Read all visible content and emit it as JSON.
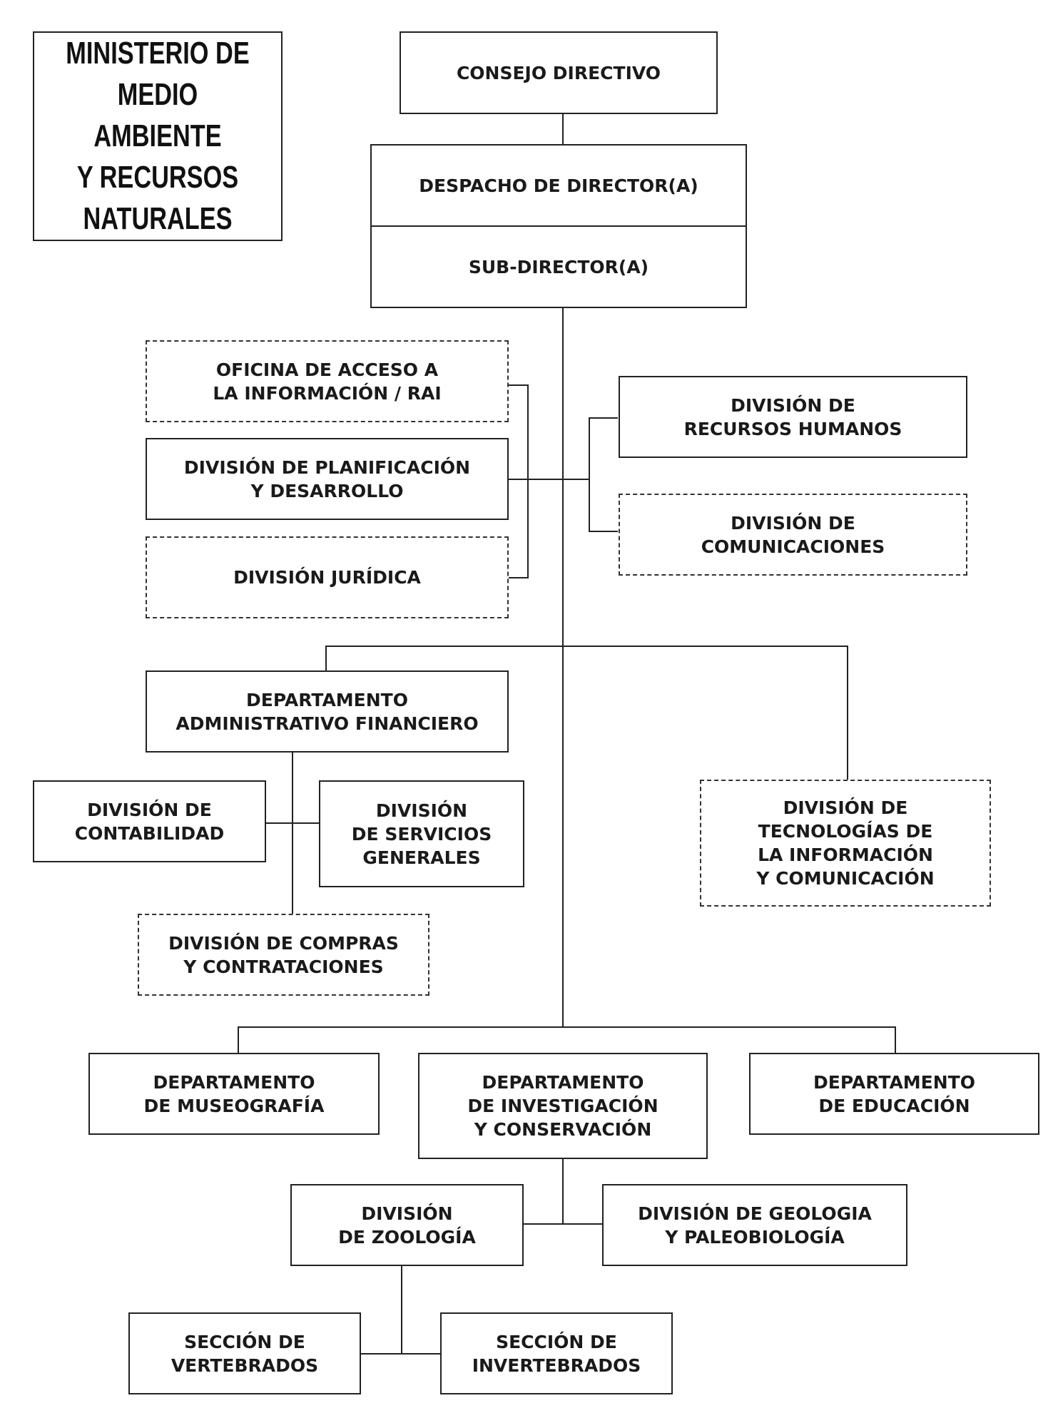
{
  "title": "MINISTERIO DE\nMEDIO AMBIENTE\nY RECURSOS\nNATURALES",
  "colors": {
    "line": "#222222",
    "text": "#1a1a1a",
    "background": "#ffffff"
  },
  "nodes": {
    "consejo": "CONSEJO DIRECTIVO",
    "despacho": "DESPACHO DE DIRECTOR(A)",
    "subdirector": "SUB-DIRECTOR(A)",
    "oficina_acceso": "OFICINA DE ACCESO A\nLA INFORMACIÓN / RAI",
    "planificacion": "DIVISIÓN DE PLANIFICACIÓN\nY DESARROLLO",
    "juridica": "DIVISIÓN JURÍDICA",
    "recursos_humanos": "DIVISIÓN DE\nRECURSOS HUMANOS",
    "comunicaciones": "DIVISIÓN DE\nCOMUNICACIONES",
    "dept_admin": "DEPARTAMENTO\nADMINISTRATIVO FINANCIERO",
    "contabilidad": "DIVISIÓN DE\nCONTABILIDAD",
    "servicios_generales": "DIVISIÓN\nDE SERVICIOS\nGENERALES",
    "compras": "DIVISIÓN DE COMPRAS\nY CONTRATACIONES",
    "tecnologias": "DIVISIÓN DE\nTECNOLOGÍAS DE\nLA INFORMACIÓN\nY COMUNICACIÓN",
    "museografia": "DEPARTAMENTO\nDE MUSEOGRAFÍA",
    "investigacion": "DEPARTAMENTO\nDE INVESTIGACIÓN\nY CONSERVACIÓN",
    "educacion": "DEPARTAMENTO\nDE EDUCACIÓN",
    "zoologia": "DIVISIÓN\nDE ZOOLOGÍA",
    "geologia": "DIVISIÓN DE GEOLOGIA\nY PALEOBIOLOGÍA",
    "vertebrados": "SECCIÓN DE\nVERTEBRADOS",
    "invertebrados": "SECCIÓN DE\nINVERTEBRADOS"
  }
}
